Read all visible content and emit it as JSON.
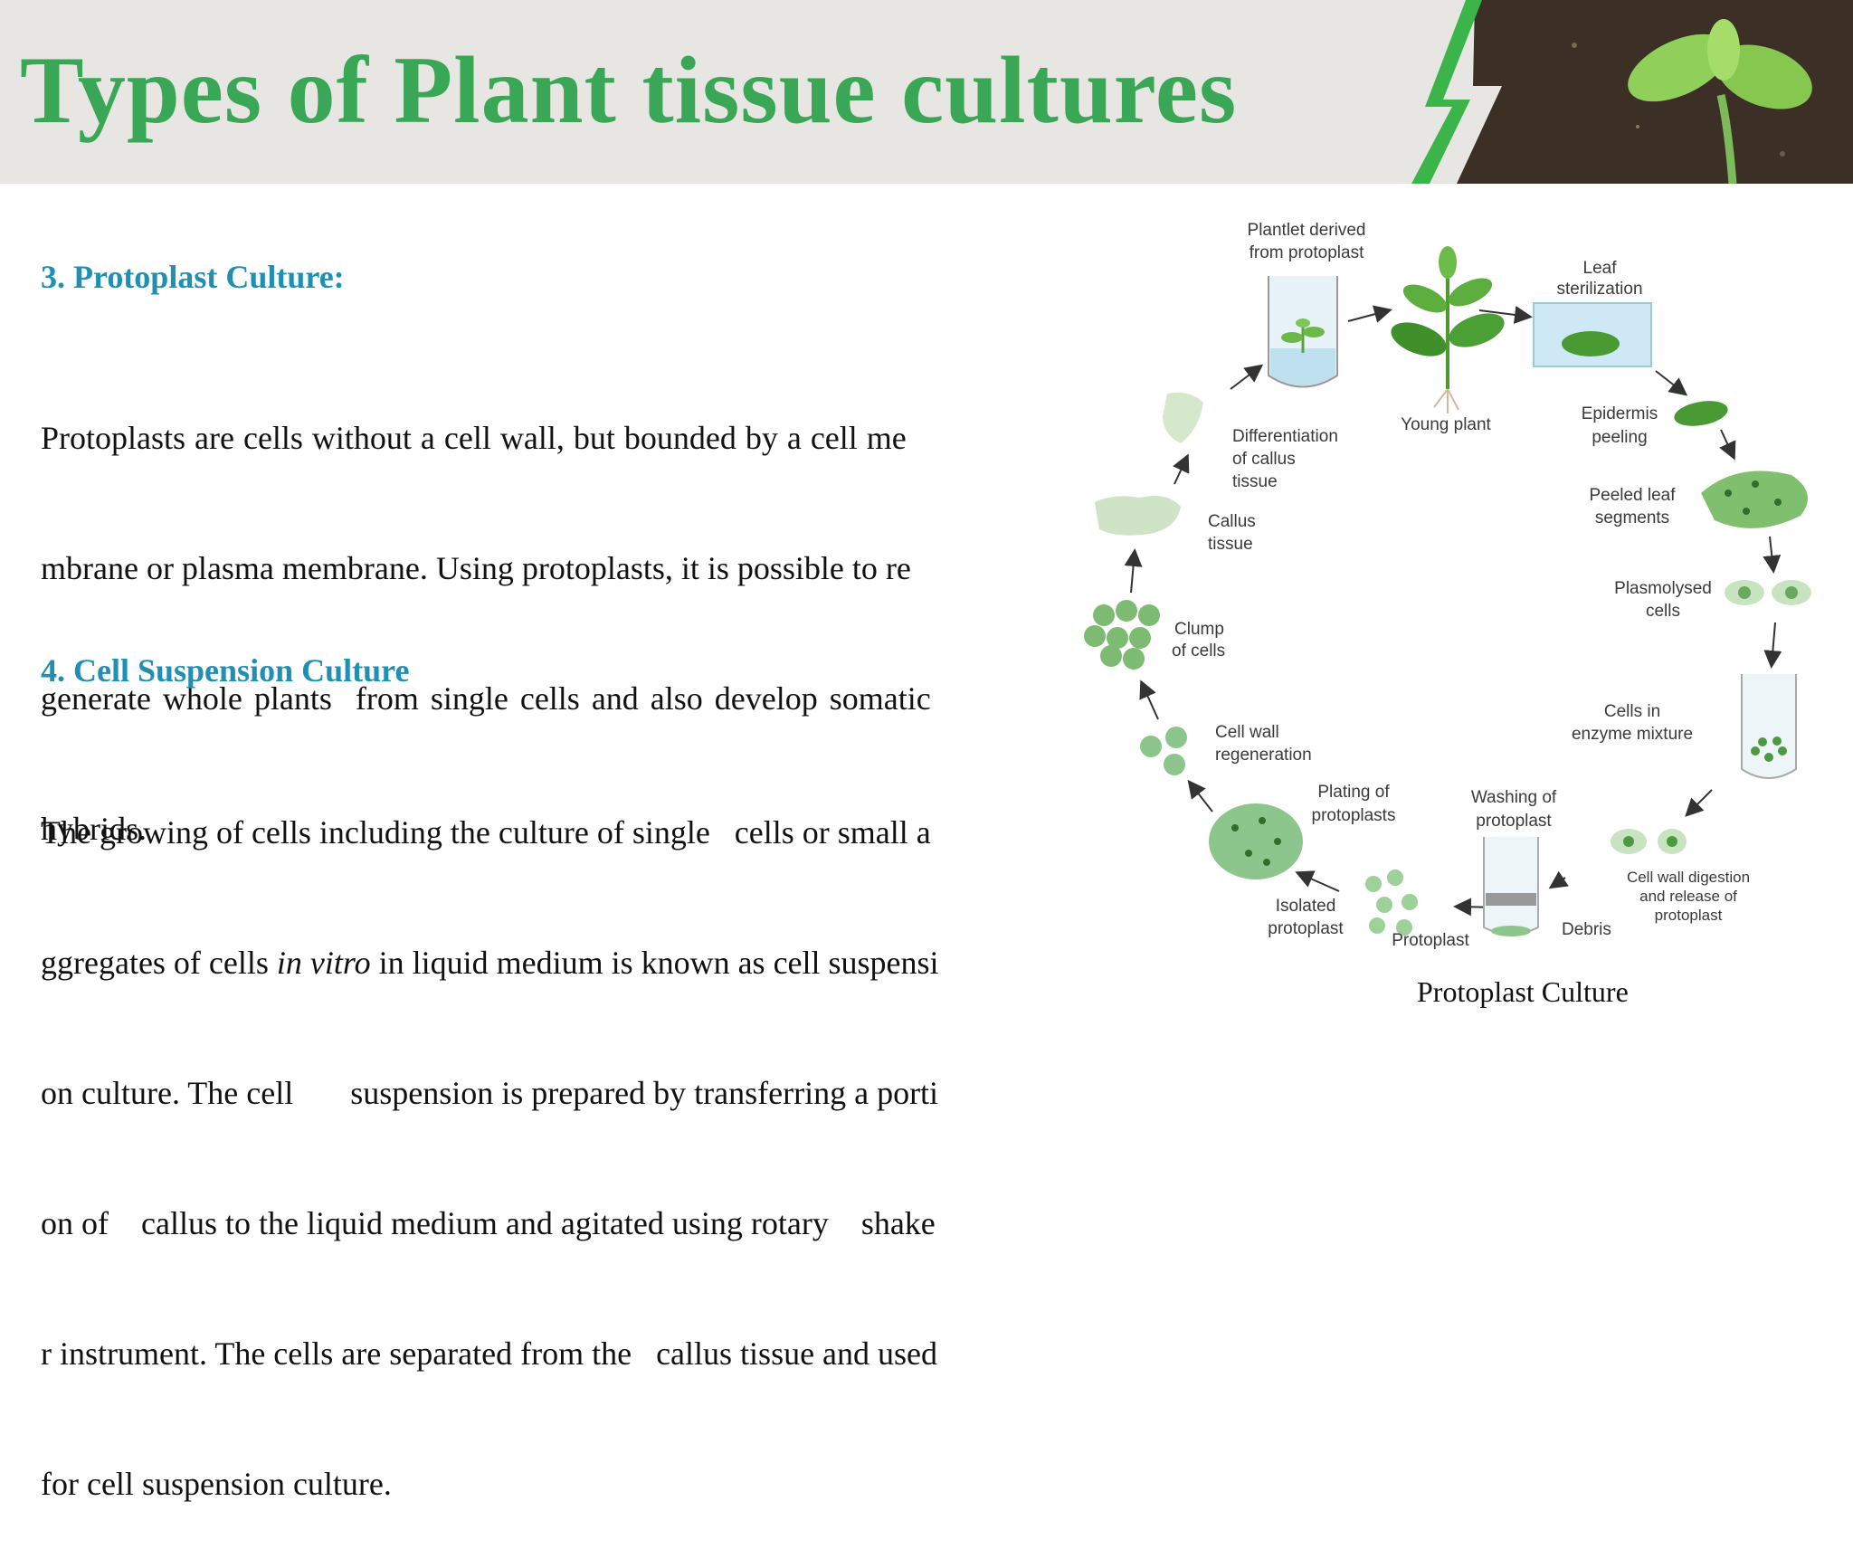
{
  "slide": {
    "title": "Types of Plant tissue cultures",
    "colors": {
      "title": "#3aa757",
      "heading": "#1f8fb3",
      "header_bg": "#e8e6e2",
      "diagram_green": "#8cc68c"
    }
  },
  "section3": {
    "heading": "3. Protoplast Culture:",
    "lines": [
      "Protoplasts are cells without a cell wall, but bounded by a cell me",
      "mbrane or plasma membrane. Using protoplasts, it is possible to re",
      "generate whole plants  from single cells and also develop somatic",
      "hybrids."
    ]
  },
  "section4": {
    "heading": "4. Cell Suspension Culture",
    "lines": [
      "The growing of cells including the culture of single   cells or small a",
      "ggregates of cells in vitro in liquid medium is known as cell suspensi",
      "on culture. The cell       suspension is prepared by transferring a porti",
      "on of    callus to the liquid medium and agitated using rotary    shake",
      "r instrument. The cells are separated from the   callus tissue and used",
      "for cell suspension culture."
    ],
    "italic_phrase": "in vitro"
  },
  "diagram": {
    "labels": {
      "plantlet_1": "Plantlet derived",
      "plantlet_2": "from protoplast",
      "leaf_1": "Leaf",
      "leaf_2": "sterilization",
      "young_plant": "Young plant",
      "epidermis_1": "Epidermis",
      "epidermis_2": "peeling",
      "diff_1": "Differentiation",
      "diff_2": "of callus",
      "diff_3": "tissue",
      "peeled_1": "Peeled leaf",
      "peeled_2": "segments",
      "callus_1": "Callus",
      "callus_2": "tissue",
      "plasmolysed_1": "Plasmolysed",
      "plasmolysed_2": "cells",
      "clump_1": "Clump",
      "clump_2": "of cells",
      "enzyme_1": "Cells in",
      "enzyme_2": "enzyme mixture",
      "regen_1": "Cell wall",
      "regen_2": "regeneration",
      "plating_1": "Plating of",
      "plating_2": "protoplasts",
      "washing_1": "Washing of",
      "washing_2": "protoplast",
      "digestion_1": "Cell wall digestion",
      "digestion_2": "and release of",
      "digestion_3": "protoplast",
      "isolated_1": "Isolated",
      "isolated_2": "protoplast",
      "protoplast": "Protoplast",
      "debris": "Debris"
    },
    "caption": "Protoplast Culture"
  }
}
